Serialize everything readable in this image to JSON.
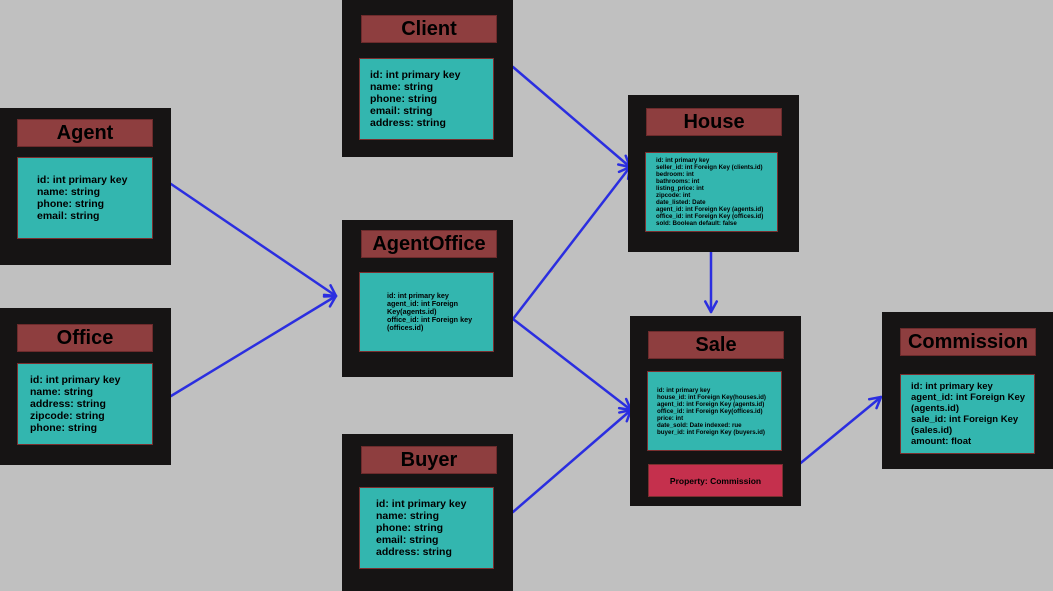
{
  "entities": {
    "client": {
      "name": "Client",
      "fields": [
        "id: int primary key",
        "name: string",
        "phone: string",
        "email: string",
        "address: string"
      ]
    },
    "agent": {
      "name": "Agent",
      "fields": [
        "id: int primary key",
        "name: string",
        "phone: string",
        "email: string"
      ]
    },
    "office": {
      "name": "Office",
      "fields": [
        "id: int primary key",
        "name: string",
        "address: string",
        "zipcode: string",
        "phone: string"
      ]
    },
    "agentoffice": {
      "name": "AgentOffice",
      "fields": [
        "id: int primary key",
        "agent_id: int Foreign",
        "Key(agents.id)",
        "office_id: int Foreign key",
        "(offices.id)"
      ]
    },
    "buyer": {
      "name": "Buyer",
      "fields": [
        "id: int primary key",
        "name: string",
        "phone: string",
        "email: string",
        "address: string"
      ]
    },
    "house": {
      "name": "House",
      "fields": [
        "id: int primary key",
        "seller_id: int Foreign Key (clients.id)",
        "bedroom: int",
        "bathrooms: int",
        "listing_price: int",
        "zipcode: int",
        "date_listed: Date",
        "agent_id: int Foreign Key (agents.id)",
        "office_id: int Foreign Key (offices.id)",
        "sold: Boolean default: false"
      ]
    },
    "sale": {
      "name": "Sale",
      "fields": [
        "id: int primary key",
        "house_id: int Foreign Key(houses.id)",
        "agent_id: int Foreign Key (agents.id)",
        "office_id: int Foreign Key(offices.id)",
        "price: int",
        "date_sold: Date indexed: rue",
        "buyer_id: int Foreign Key (buyers.id)"
      ],
      "property": "Property: Commission"
    },
    "commission": {
      "name": "Commission",
      "fields": [
        "id: int primary key",
        "agent_id: int Foreign Key",
        "(agents.id)",
        "sale_id: int Foreign Key",
        "(sales.id)",
        "amount: float"
      ]
    }
  },
  "colors": {
    "background": "#c0c0c0",
    "entity_box": "#161414",
    "title_fill": "#8e3e3f",
    "fields_fill": "#33b6af",
    "property_fill": "#c5304d",
    "arrow": "#2b2ee0"
  },
  "relationships": [
    {
      "from": "client",
      "to": "house"
    },
    {
      "from": "agent",
      "to": "agentoffice"
    },
    {
      "from": "office",
      "to": "agentoffice"
    },
    {
      "from": "agentoffice",
      "to": "house"
    },
    {
      "from": "agentoffice",
      "to": "sale"
    },
    {
      "from": "buyer",
      "to": "sale"
    },
    {
      "from": "house",
      "to": "sale"
    },
    {
      "from": "sale",
      "to": "commission"
    }
  ]
}
